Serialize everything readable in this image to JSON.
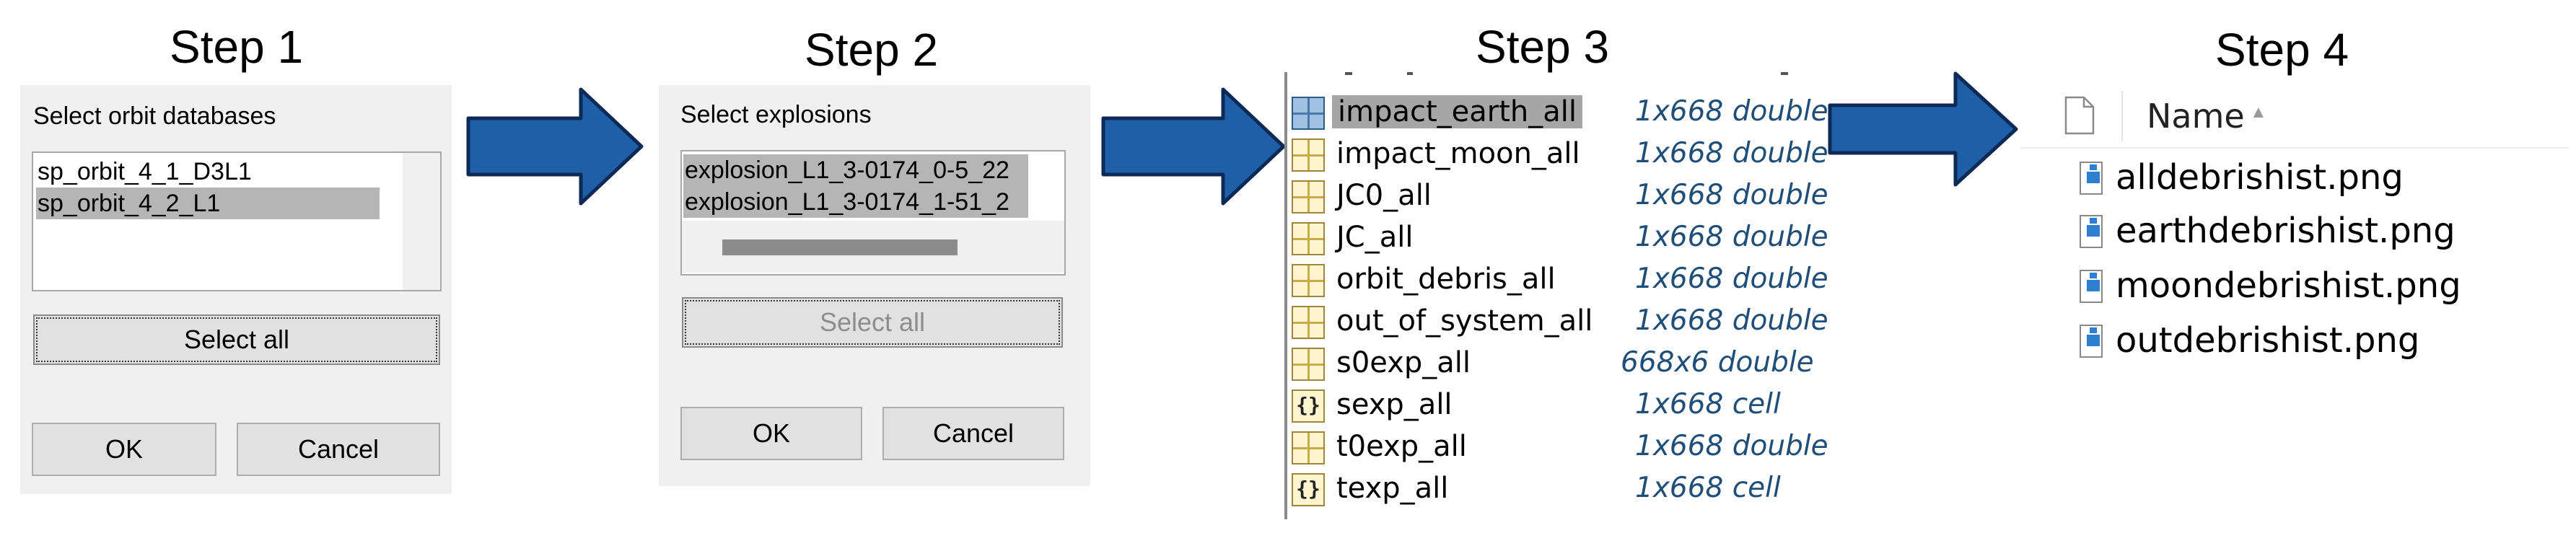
{
  "steps": [
    {
      "title": "Step 1"
    },
    {
      "title": "Step 2"
    },
    {
      "title": "Step 3"
    },
    {
      "title": "Step 4"
    }
  ],
  "step1": {
    "label": "Select orbit databases",
    "items": [
      {
        "text": "sp_orbit_4_1_D3L1",
        "selected": false
      },
      {
        "text": "sp_orbit_4_2_L1",
        "selected": true
      }
    ],
    "select_all_label": "Select all",
    "ok_label": "OK",
    "cancel_label": "Cancel"
  },
  "step2": {
    "label": "Select explosions",
    "items": [
      {
        "text": "explosion_L1_3-0174_0-5_22",
        "selected": true
      },
      {
        "text": "explosion_L1_3-0174_1-51_2",
        "selected": true
      }
    ],
    "select_all_label": "Select all",
    "ok_label": "OK",
    "cancel_label": "Cancel"
  },
  "step3": {
    "variables": [
      {
        "name": "impact_earth_all",
        "value": "1x668 double",
        "icon": "matrix-icon",
        "selected": true
      },
      {
        "name": "impact_moon_all",
        "value": "1x668 double",
        "icon": "matrix-icon",
        "selected": false
      },
      {
        "name": "JC0_all",
        "value": "1x668 double",
        "icon": "matrix-icon",
        "selected": false
      },
      {
        "name": "JC_all",
        "value": "1x668 double",
        "icon": "matrix-icon",
        "selected": false
      },
      {
        "name": "orbit_debris_all",
        "value": "1x668 double",
        "icon": "matrix-icon",
        "selected": false
      },
      {
        "name": "out_of_system_all",
        "value": "1x668 double",
        "icon": "matrix-icon",
        "selected": false
      },
      {
        "name": "s0exp_all",
        "value": "668x6 double",
        "icon": "matrix-icon",
        "selected": false
      },
      {
        "name": "sexp_all",
        "value": "1x668 cell",
        "icon": "cell-icon",
        "selected": false
      },
      {
        "name": "t0exp_all",
        "value": "1x668 double",
        "icon": "matrix-icon",
        "selected": false
      },
      {
        "name": "texp_all",
        "value": "1x668 cell",
        "icon": "cell-icon",
        "selected": false
      }
    ],
    "cell_icon_glyph": "{}"
  },
  "step4": {
    "column_header": "Name",
    "sort_glyph": "▲",
    "files": [
      {
        "name": "alldebrishist.png",
        "icon": "png-file-icon"
      },
      {
        "name": "earthdebrishist.png",
        "icon": "png-file-icon"
      },
      {
        "name": "moondebrishist.png",
        "icon": "png-file-icon"
      },
      {
        "name": "outdebrishist.png",
        "icon": "png-file-icon"
      }
    ]
  },
  "colors": {
    "arrow_fill": "#1f5fa8",
    "arrow_stroke": "#0d2a57",
    "ws_value": "#1f4e79",
    "selection": "#b5b5b5"
  }
}
